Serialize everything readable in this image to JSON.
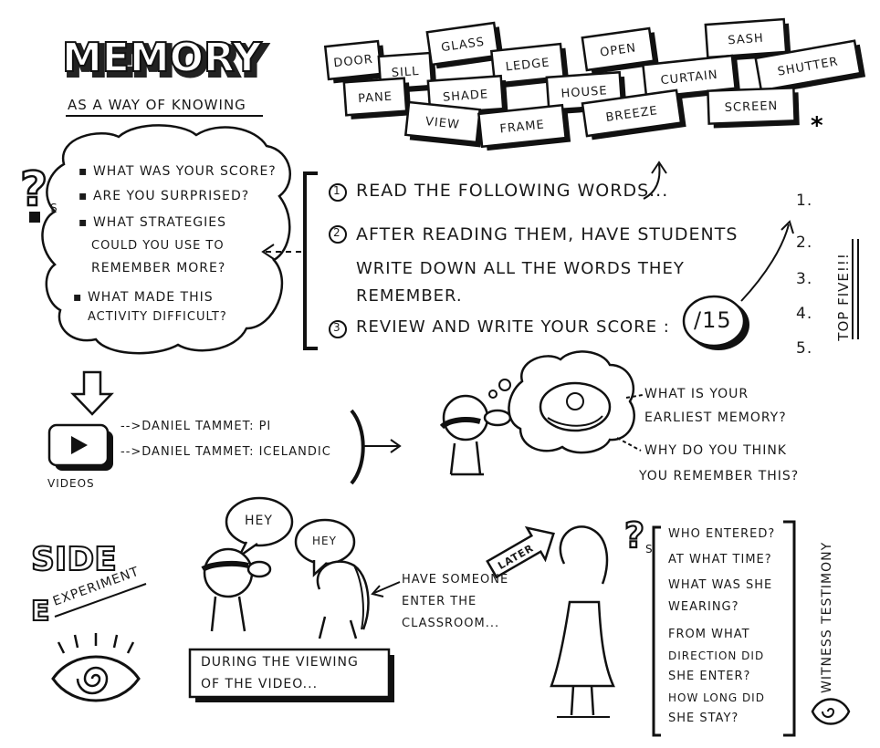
{
  "header": {
    "title": "MEMORY",
    "subtitle": "AS A WAY OF KNOWING"
  },
  "word_cards": [
    "DOOR",
    "SILL",
    "GLASS",
    "LEDGE",
    "OPEN",
    "SASH",
    "SHUTTER",
    "PANE",
    "SHADE",
    "HOUSE",
    "CURTAIN",
    "SCREEN",
    "VIEW",
    "FRAME",
    "BREEZE"
  ],
  "asterisk": "*",
  "questions_cloud": {
    "items": [
      "WHAT WAS YOUR SCORE?",
      "ARE YOU SURPRISED?",
      "WHAT STRATEGIES",
      "COULD YOU USE TO",
      "REMEMBER MORE?",
      "WHAT MADE THIS",
      "ACTIVITY DIFFICULT?"
    ],
    "qs_label": "S"
  },
  "steps": {
    "n1": "1",
    "s1": "READ THE FOLLOWING WORDS...",
    "n2": "2",
    "s2a": "AFTER READING THEM, HAVE STUDENTS",
    "s2b": "WRITE DOWN ALL THE WORDS THEY",
    "s2c": "REMEMBER.",
    "n3": "3",
    "s3": "REVIEW AND WRITE YOUR SCORE :",
    "score": "/15"
  },
  "top_five": {
    "numbers": [
      "1.",
      "2.",
      "3.",
      "4.",
      "5."
    ],
    "label": "TOP FIVE!!!"
  },
  "videos": {
    "label": "VIDEOS",
    "items": [
      "-->DANIEL TAMMET: PI",
      "-->DANIEL TAMMET: ICELANDIC"
    ]
  },
  "earliest_memory": {
    "q1a": "WHAT IS YOUR",
    "q1b": "EARLIEST MEMORY?",
    "q2a": "WHY DO YOU THINK",
    "q2b": "YOU REMEMBER THIS?"
  },
  "side_experiment": {
    "side": "SIDE",
    "experiment": "EXPERIMENT",
    "hey1": "HEY",
    "hey2": "HEY",
    "instruction": [
      "HAVE SOMEONE",
      "ENTER THE",
      "CLASSROOM..."
    ],
    "during": [
      "DURING THE VIEWING",
      "OF THE VIDEO..."
    ],
    "later": "LATER"
  },
  "witness": {
    "qs_label": "S",
    "lines": [
      "WHO ENTERED?",
      "AT WHAT TIME?",
      "WHAT WAS SHE",
      "WEARING?",
      "FROM WHAT",
      "DIRECTION DID",
      "SHE ENTER?",
      "HOW LONG DID",
      "SHE STAY?"
    ],
    "label": "WITNESS TESTIMONY"
  }
}
